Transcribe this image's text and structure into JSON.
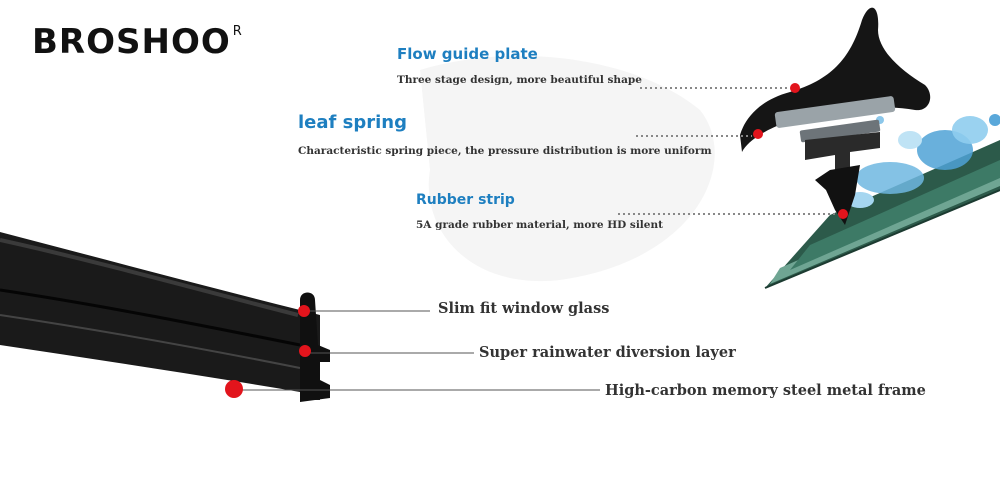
{
  "brand": {
    "name": "BROSHOO",
    "mark": "R"
  },
  "features": [
    {
      "title": "Flow guide plate",
      "desc": "Three stage design, more beautiful shape"
    },
    {
      "title": "leaf spring",
      "desc": "Characteristic spring piece, the pressure distribution is more uniform"
    },
    {
      "title": "Rubber strip",
      "desc": "5A grade rubber material, more HD silent"
    }
  ],
  "callouts": [
    {
      "label": "Slim fit window glass"
    },
    {
      "label": "Super rainwater diversion layer"
    },
    {
      "label": "High-carbon memory steel metal frame"
    }
  ],
  "colors": {
    "accent_blue": "#1e7fc0",
    "marker_red": "#e2141c",
    "rubber": "#1a1a1a"
  }
}
